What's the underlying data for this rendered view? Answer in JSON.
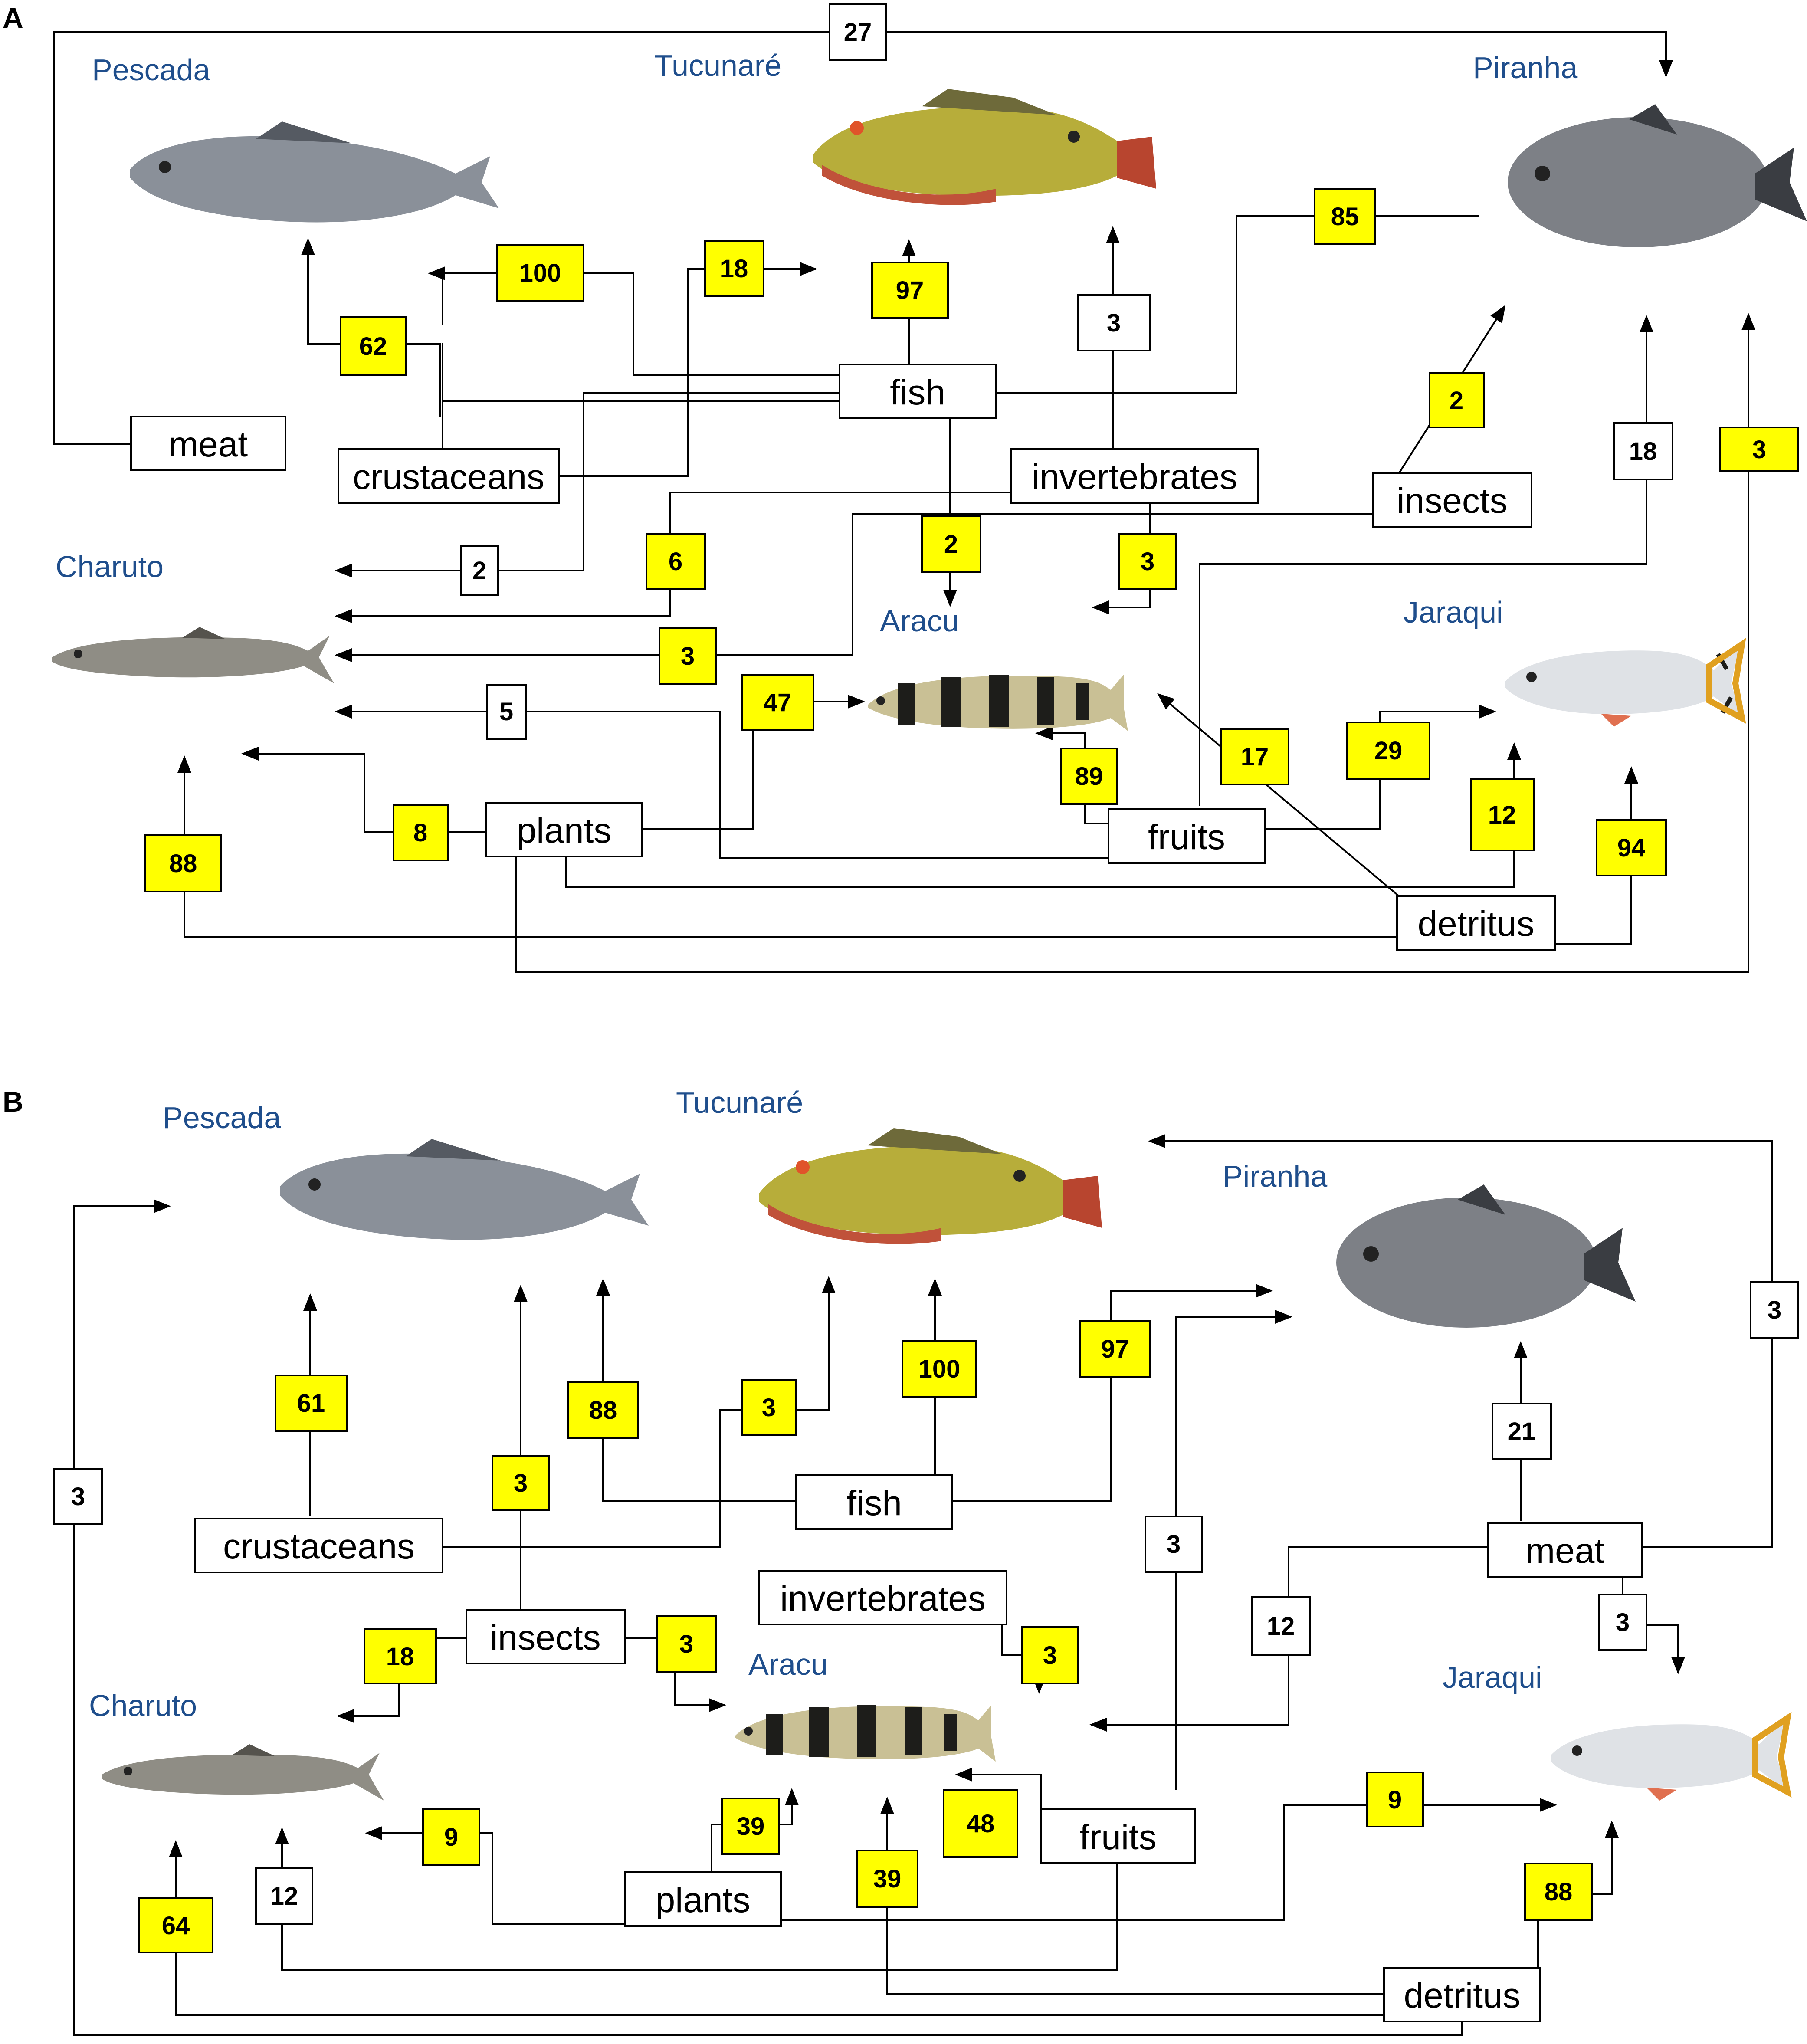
{
  "panels": [
    {
      "letter": "A",
      "fish": [
        "Pescada",
        "Tucunaré",
        "Piranha",
        "Charuto",
        "Aracu",
        "Jaraqui"
      ],
      "foods": [
        "meat",
        "crustaceans",
        "fish",
        "invertebrates",
        "insects",
        "plants",
        "fruits",
        "detritus"
      ],
      "values": [
        "27",
        "100",
        "18",
        "97",
        "3",
        "85",
        "62",
        "2",
        "18",
        "3",
        "2",
        "6",
        "2",
        "3",
        "3",
        "5",
        "47",
        "89",
        "17",
        "29",
        "12",
        "94",
        "8",
        "88"
      ]
    },
    {
      "letter": "B",
      "fish": [
        "Pescada",
        "Tucunaré",
        "Piranha",
        "Charuto",
        "Aracu",
        "Jaraqui"
      ],
      "foods": [
        "crustaceans",
        "fish",
        "invertebrates",
        "insects",
        "meat",
        "plants",
        "fruits",
        "detritus"
      ],
      "values": [
        "3",
        "61",
        "3",
        "88",
        "3",
        "100",
        "97",
        "3",
        "21",
        "3",
        "12",
        "3",
        "18",
        "3",
        "3",
        "9",
        "39",
        "48",
        "9",
        "12",
        "39",
        "88",
        "64"
      ]
    }
  ],
  "colors": {
    "highlight": "#ffff00",
    "plain": "#ffffff",
    "fish_label": "#1f4e8c",
    "piranha_body": "#7d8086",
    "pescada_body": "#8a9099",
    "tucunare_body": "#b7ad3a",
    "charuto_body": "#8f8d85",
    "aracu_body": "#c9c095",
    "jaraqui_body": "#dfe2e6"
  }
}
